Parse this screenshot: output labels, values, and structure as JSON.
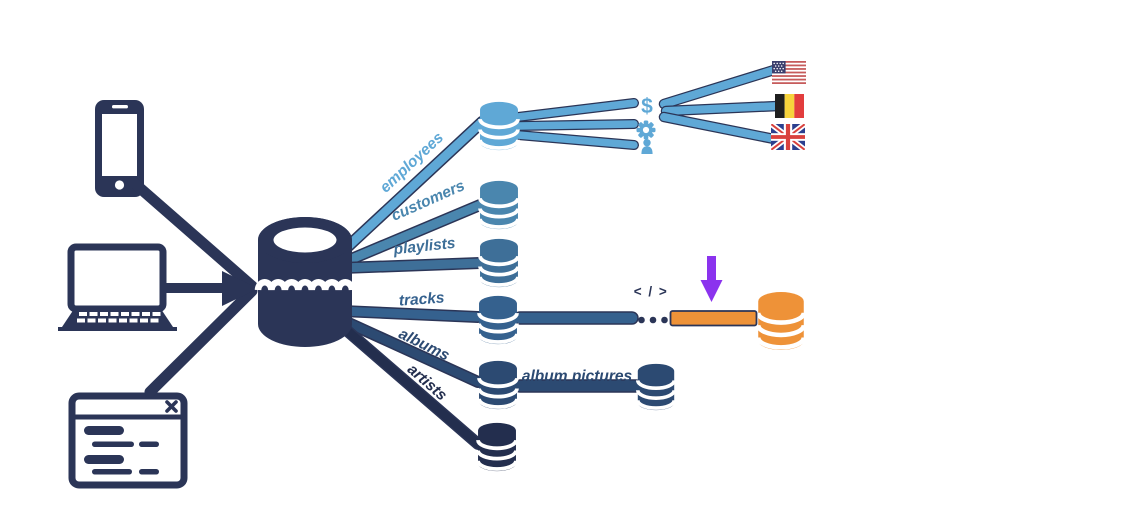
{
  "labels": {
    "employees": "employees",
    "customers": "customers",
    "playlists": "playlists",
    "tracks": "tracks",
    "albums": "albums",
    "artists": "artists",
    "album_pictures": "album pictures",
    "code": "< / >",
    "dollar": "$"
  },
  "icons": {
    "left_clients": [
      "smartphone-icon",
      "laptop-icon",
      "browser-window-icon"
    ],
    "center": "central-database-icon",
    "employee_branch": [
      "dollar-icon",
      "gear-icon",
      "user-icon"
    ],
    "flags": [
      "usa-flag-icon",
      "belgium-flag-icon",
      "uk-flag-icon"
    ],
    "tracks_branch": [
      "ellipsis-dots-icon",
      "code-label",
      "orange-bar",
      "down-arrow-icon",
      "orange-database-icon"
    ]
  },
  "colors": {
    "navy": "#2B3557",
    "employees": "#5FA8D6",
    "customers": "#4A86AE",
    "playlists": "#3E6F98",
    "tracks": "#35618E",
    "albums": "#2C4A72",
    "artists": "#232E4E",
    "orange": "#EE9238",
    "purple": "#8B33EE",
    "white": "#FFFFFF",
    "us_red": "#C65B5B",
    "us_canton": "#3C3F6E",
    "be_black": "#1F1F1F",
    "be_yellow": "#F6D33C",
    "be_red": "#E23D3D",
    "uk_blue": "#2B3F8F",
    "uk_red": "#D9413D"
  }
}
